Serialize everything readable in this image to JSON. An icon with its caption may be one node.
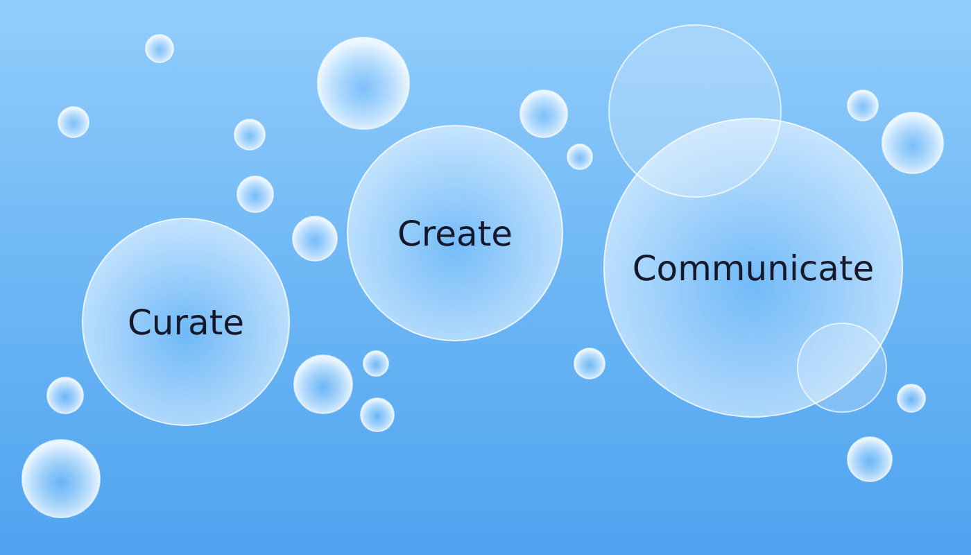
{
  "diagram": {
    "nodes": [
      {
        "text": [
          "Curate"
        ]
      },
      {
        "text": [
          "Create"
        ]
      },
      {
        "text": [
          "Communicate"
        ]
      }
    ]
  }
}
